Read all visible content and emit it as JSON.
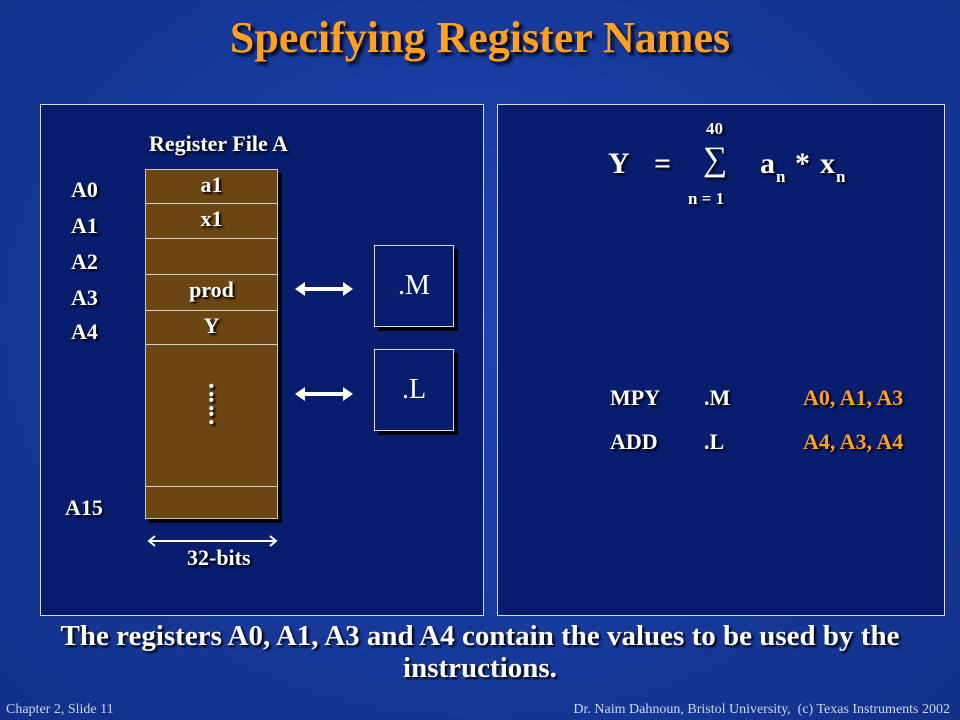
{
  "title": "Specifying Register Names",
  "register_file": {
    "label": "Register File A",
    "names": [
      "A0",
      "A1",
      "A2",
      "A3",
      "A4",
      "A15"
    ],
    "cells": [
      "a1",
      "x1",
      "",
      "prod",
      "Y"
    ],
    "dots": ":",
    "width_label": "32-bits"
  },
  "units": [
    "M",
    "L"
  ],
  "equation": {
    "lhs": "Y",
    "equals": "=",
    "sigma": "∑",
    "upper": "40",
    "lower": "n = 1",
    "a": "a",
    "sub_a": "n",
    "times": "*",
    "x": "x",
    "sub_x": "n"
  },
  "instructions": [
    {
      "op": "MPY",
      "unit": ".M",
      "regs": "A0, A1, A3"
    },
    {
      "op": "ADD",
      "unit": ".L",
      "regs": "A4, A3, A4"
    }
  ],
  "caption": "The registers A0, A1, A3 and A4 contain the values to be used by the instructions.",
  "footer": {
    "left": "Chapter 2, Slide 11",
    "right": "Dr. Naim Dahnoun, Bristol University,  (c) Texas Instruments 2002"
  },
  "colors": {
    "background": "#173a9c",
    "panel": "#081d6e",
    "title": "#ffa020",
    "register_cells": "#6b4512",
    "operands": "#ffa020"
  }
}
